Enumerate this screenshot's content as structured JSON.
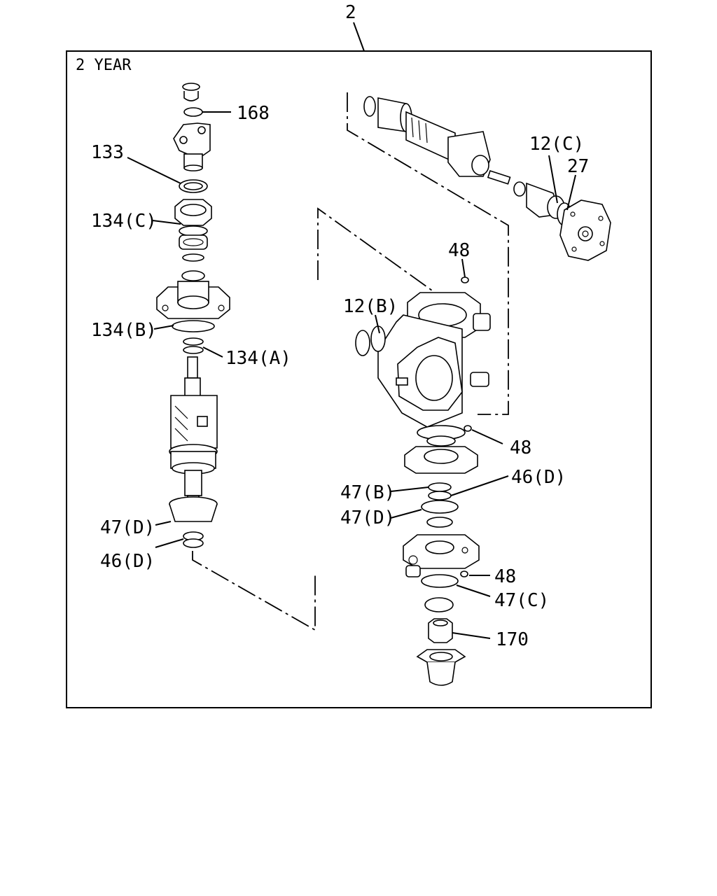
{
  "assembly": {
    "number": "2",
    "kit_title": "2 YEAR"
  },
  "callouts": {
    "c168": "168",
    "c133": "133",
    "c134c": "134(C)",
    "c134b": "134(B)",
    "c134a": "134(A)",
    "c47d_left": "47(D)",
    "c46d_left": "46(D)",
    "c12c": "12(C)",
    "c27": "27",
    "c48_top": "48",
    "c12b": "12(B)",
    "c48_mid": "48",
    "c46d_right": "46(D)",
    "c47b": "47(B)",
    "c47d_right": "47(D)",
    "c48_low": "48",
    "c47c": "47(C)",
    "c170": "170"
  }
}
